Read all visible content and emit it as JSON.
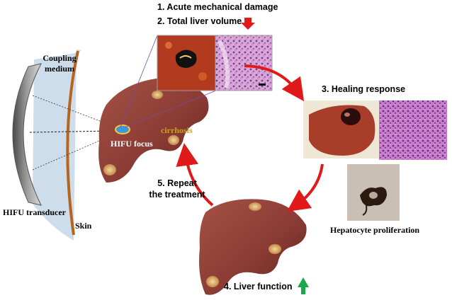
{
  "steps": {
    "step1": "1. Acute mechanical damage",
    "step2": "2. Total liver volume",
    "step3": "3. Healing response",
    "step4": "4. Liver function",
    "step5_line1": "5. Repeat",
    "step5_line2": "the treatment"
  },
  "labels": {
    "coupling_line1": "Coupling",
    "coupling_line2": "medium",
    "hifu_transducer": "HIFU transducer",
    "skin": "Skin",
    "hifu_focus": "HIFU focus",
    "cirrhosis": "cirrhosis",
    "hepatocyte": "Hepatocyte proliferation"
  },
  "icons": {
    "down_arrow": "red-down-arrow-icon",
    "up_arrow": "green-up-arrow-icon"
  },
  "colors": {
    "liver": "#8e3f37",
    "cycle_arrow": "#e01a1a",
    "up_arrow": "#1aa84a",
    "cirrhosis_text": "#c8a020",
    "skin_line": "#b5651d",
    "tissue_pink": "#c98fc6",
    "coupling_fill": "#c9d9ea"
  }
}
